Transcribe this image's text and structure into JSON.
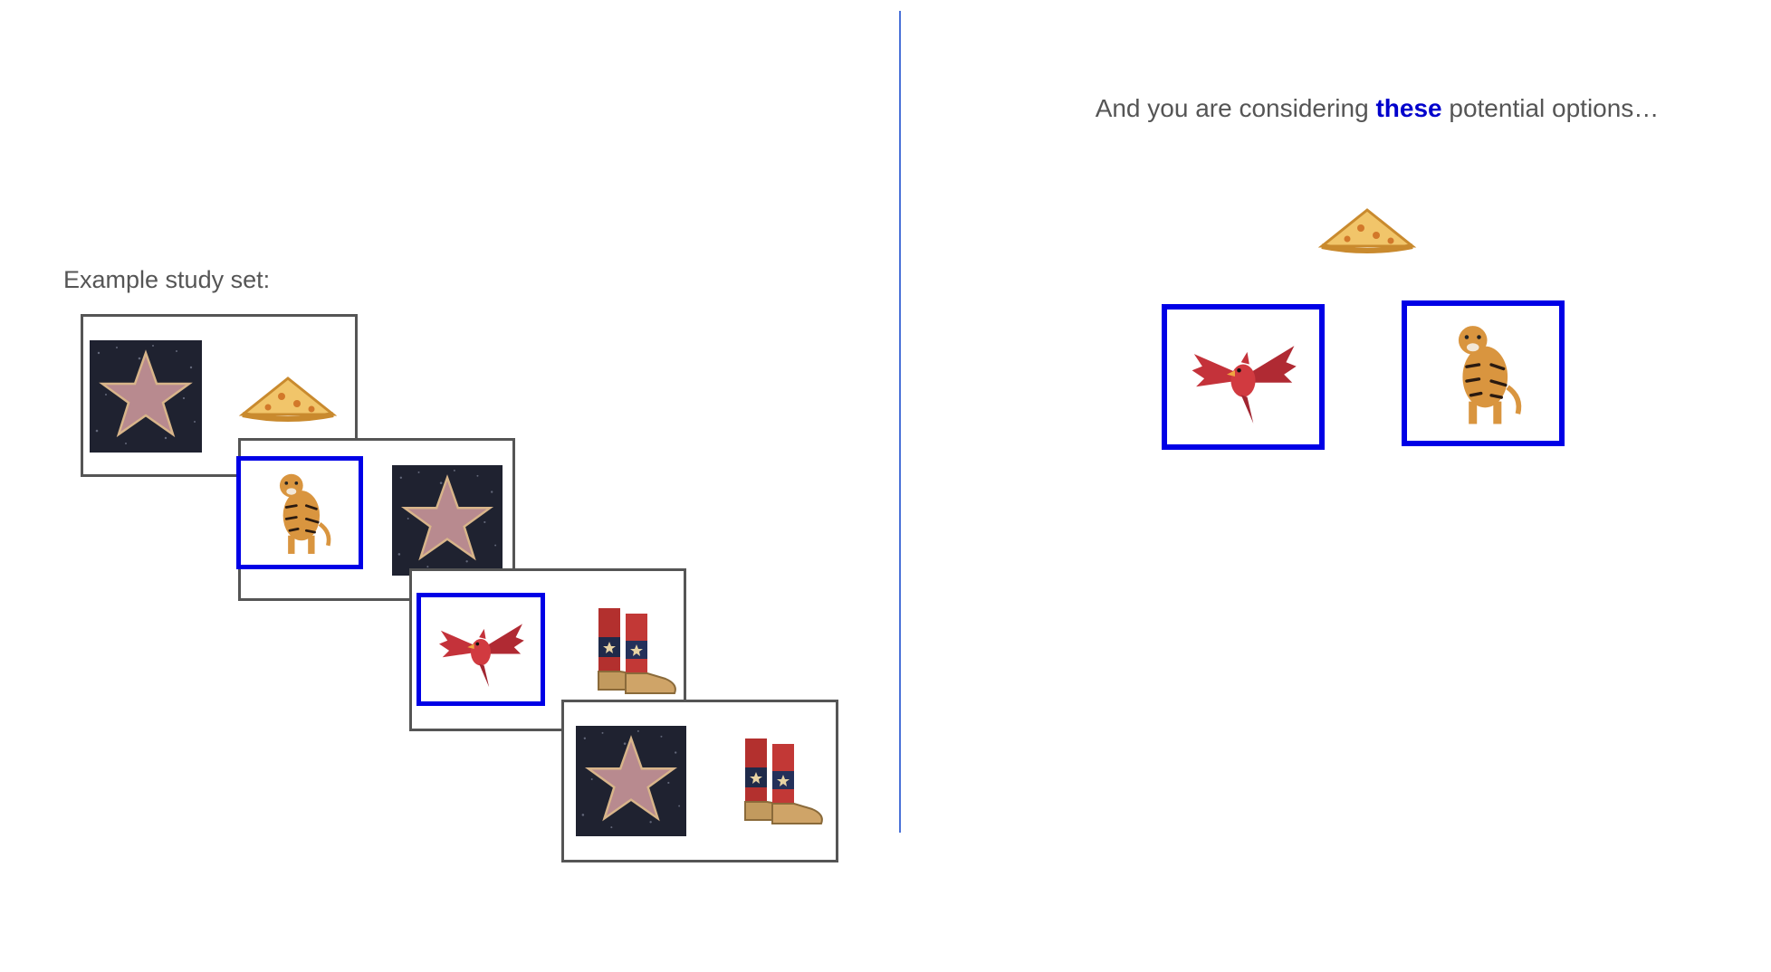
{
  "left_panel": {
    "title": "Example study set:",
    "cards": [
      {
        "items": [
          "star-tile",
          "pizza-slice"
        ],
        "highlighted": []
      },
      {
        "items": [
          "tiger",
          "star-tile"
        ],
        "highlighted": [
          "tiger"
        ]
      },
      {
        "items": [
          "cardinal-bird",
          "cowboy-boots"
        ],
        "highlighted": [
          "cardinal-bird"
        ]
      },
      {
        "items": [
          "star-tile",
          "cowboy-boots"
        ],
        "highlighted": []
      }
    ]
  },
  "right_panel": {
    "prompt_before": "And you are considering ",
    "prompt_emphasis": "these",
    "prompt_after": " potential options…",
    "cue": "pizza-slice",
    "options": [
      "cardinal-bird",
      "tiger"
    ]
  },
  "colors": {
    "highlight": "#0000e6",
    "emphasis_text": "#0000cc",
    "divider": "#4a72d8",
    "card_border": "#555555"
  }
}
